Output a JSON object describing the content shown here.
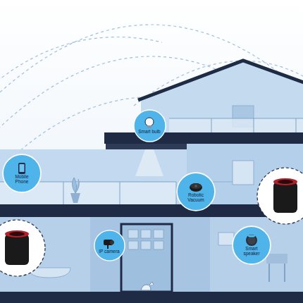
{
  "diagram": {
    "nodes": [
      {
        "text": [
          "Smart bulb"
        ]
      },
      {
        "text": [
          "Mobile Phone"
        ]
      },
      {
        "text": [
          "Robotic Vacuum"
        ]
      },
      {
        "text": [
          "IP camera"
        ]
      },
      {
        "text": [
          "Smart speaker"
        ]
      }
    ]
  }
}
